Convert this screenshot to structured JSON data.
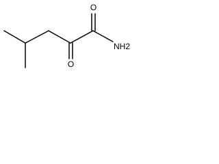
{
  "molecule": {
    "atoms": {
      "ketone_oxygen": "O",
      "amide_oxygen": "O",
      "amide_nitrogen": "NH2"
    },
    "colors": {
      "bond": "#000000",
      "label": "#000000",
      "background": "#ffffff"
    }
  }
}
